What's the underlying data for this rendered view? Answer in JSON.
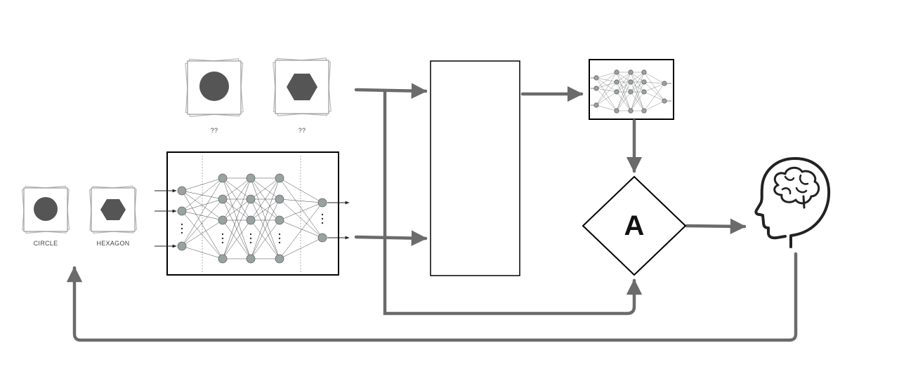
{
  "unlabeled_samples": [
    {
      "shape": "circle",
      "label": "??"
    },
    {
      "shape": "hexagon",
      "label": "??"
    }
  ],
  "labeled_samples": [
    {
      "shape": "circle",
      "label": "CIRCLE"
    },
    {
      "shape": "hexagon",
      "label": "HEXAGON"
    }
  ],
  "decision": {
    "label": "A"
  },
  "icons": {
    "human": "human-brain-head-icon",
    "card": "stacked-image-card-icon",
    "network": "neural-network-icon"
  },
  "colors": {
    "arrow": "#6b6b6b",
    "shape": "#555555",
    "node": "#98a2a2",
    "outline": "#000000"
  }
}
